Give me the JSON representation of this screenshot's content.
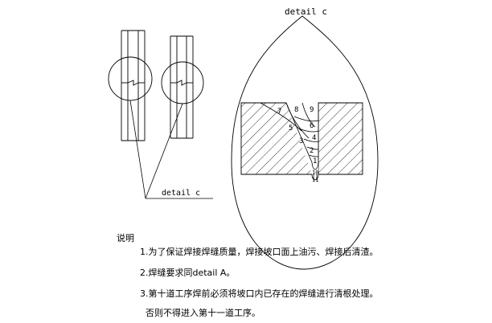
{
  "detail_callout_top": "detail c",
  "detail_callout_left": "detail c",
  "weld_pass_numbers": [
    "1",
    "2",
    "3",
    "4",
    "5",
    "6",
    "7",
    "8",
    "9",
    "10",
    "11"
  ],
  "notes": {
    "heading": "说明",
    "items": [
      "1.为了保证焊接焊缝质量，焊接坡口面上油污、焊接后清渣。",
      "2.焊缝要求同detail A。",
      "3.第十道工序焊前必须将坡口内已存在的焊缝进行清根处理。",
      "否则不得进入第十一道工序。"
    ]
  },
  "colors": {
    "line": "#000000",
    "background": "#ffffff"
  }
}
